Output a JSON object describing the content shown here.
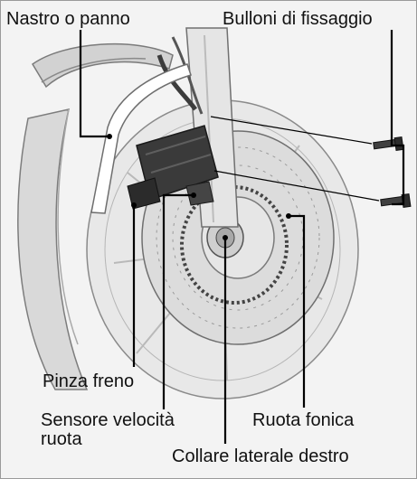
{
  "labels": {
    "tape_or_cloth": "Nastro o panno",
    "mounting_bolts": "Bulloni di fissaggio",
    "brake_caliper": "Pinza freno",
    "wheel_speed_sensor": "Sensore velocità\nruota",
    "pulser_ring": "Ruota fonica",
    "right_side_collar": "Collare laterale destro"
  },
  "colors": {
    "background": "#f3f3f3",
    "tire": "#d9d9d9",
    "caliper": "#3a3a3a",
    "leader_line": "#000000",
    "frame_border": "#9a9a9a"
  }
}
